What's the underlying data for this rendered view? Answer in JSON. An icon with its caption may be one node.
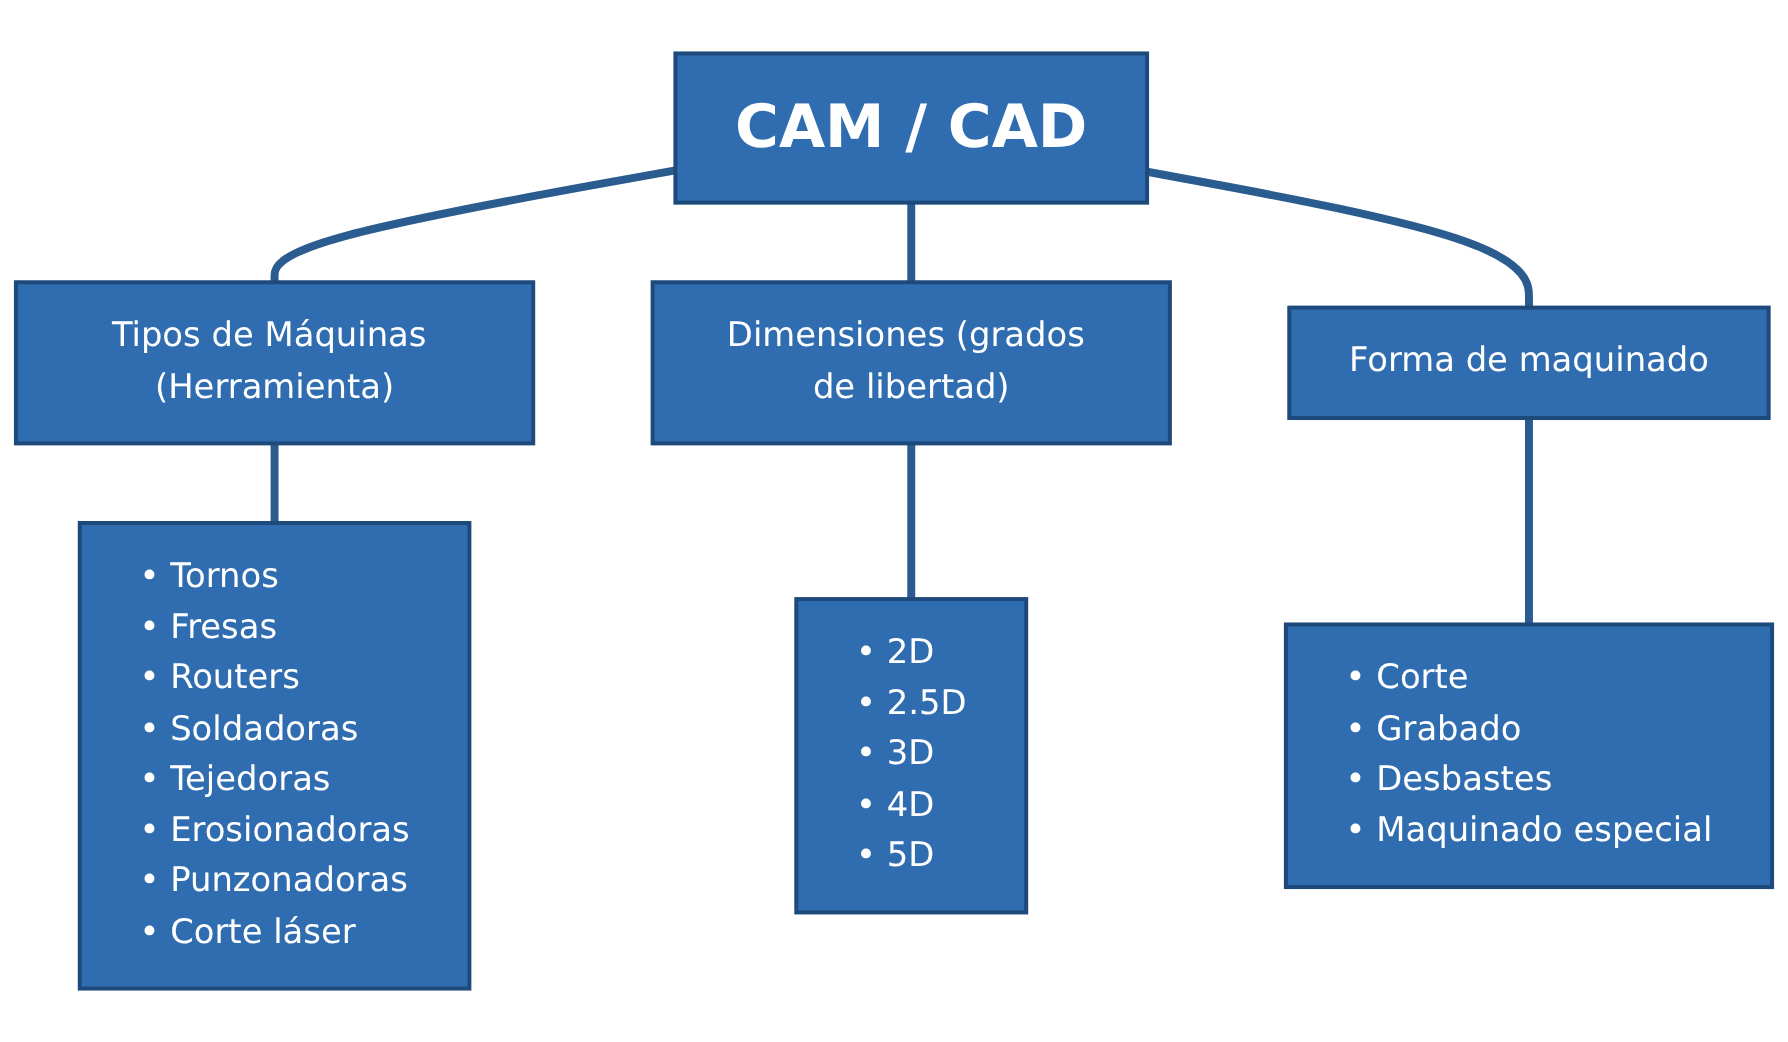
{
  "diagram": {
    "nodes": [
      {
        "text": [
          "CAM / CAD"
        ]
      },
      {
        "text": [
          "Tipos de Máquinas (Herramienta)"
        ]
      },
      {
        "text": [
          "Dimensiones (grados de libertad)"
        ]
      },
      {
        "text": [
          "Forma de maquinado"
        ]
      },
      {
        "text": [
          "• Tornos",
          "• Fresas",
          "• Routers",
          "• Soldadoras",
          "• Tejedoras",
          "• Erosionadoras",
          "• Punzonadoras",
          "• Corte láser"
        ]
      },
      {
        "text": [
          "• 2D",
          "• 2.5D",
          "• 3D",
          "• 4D",
          "• 5D"
        ]
      },
      {
        "text": [
          "• Corte",
          "• Grabado",
          "• Desbastes",
          "• Maquinado especial"
        ]
      }
    ],
    "edges": [
      {
        "from": 0,
        "to": 1,
        "arrow": "none"
      },
      {
        "from": 0,
        "to": 2,
        "arrow": "none"
      },
      {
        "from": 0,
        "to": 3,
        "arrow": "none"
      },
      {
        "from": 1,
        "to": 4,
        "arrow": "none"
      },
      {
        "from": 2,
        "to": 5,
        "arrow": "none"
      },
      {
        "from": 3,
        "to": 6,
        "arrow": "none"
      }
    ]
  }
}
